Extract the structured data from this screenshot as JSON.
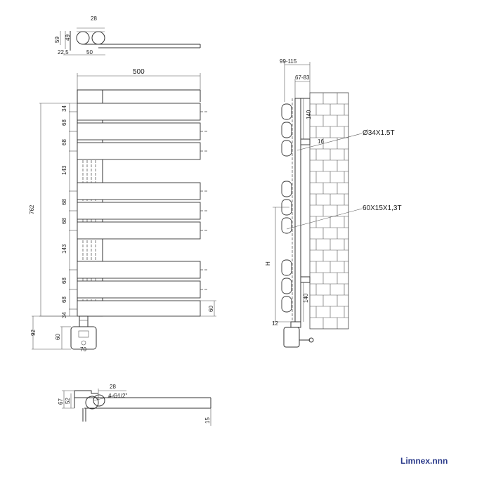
{
  "top_view": {
    "dim_28": "28",
    "dim_59": "59",
    "dim_49": "49",
    "dim_22_5": "22,5",
    "dim_50": "50"
  },
  "front_view": {
    "width": "500",
    "height": "762",
    "gaps": [
      "34",
      "68",
      "68",
      "143",
      "68",
      "68",
      "68",
      "143",
      "68",
      "68",
      "34"
    ],
    "dim_92": "92",
    "dim_60_left": "60",
    "dim_70": "70",
    "dim_60_right": "60"
  },
  "side_view": {
    "dim_99_115": "99-115",
    "dim_67_83": "67-83",
    "dim_140_top": "140",
    "dim_16": "16",
    "tube_round": "Ø34X1.5T",
    "tube_rect": "60X15X1,3T",
    "dim_H": "H",
    "dim_140_bottom": "140",
    "dim_12": "12"
  },
  "bottom_view": {
    "dim_28": "28",
    "thread": "4-G1/2\"",
    "dim_67": "67",
    "dim_52": "52",
    "dim_15": "15"
  },
  "watermark": "Limnex.nnn",
  "colors": {
    "line": "#333333",
    "watermark": "#2a3a8a"
  }
}
